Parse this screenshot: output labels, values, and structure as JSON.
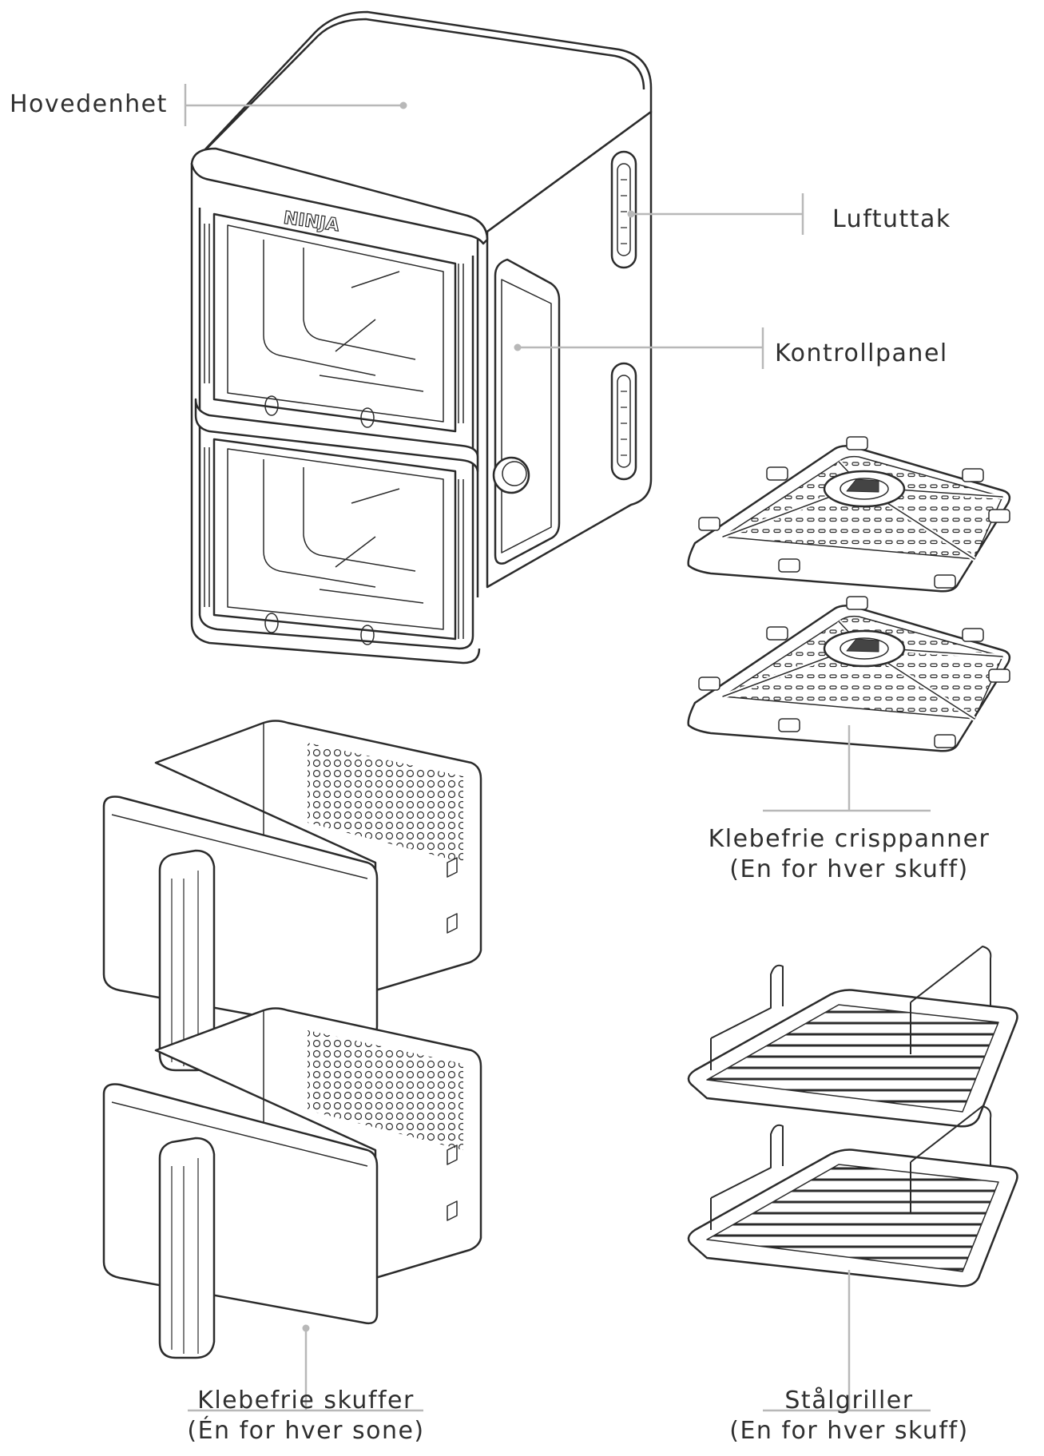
{
  "labels": {
    "main_unit": "Hovedenhet",
    "air_outlet": "Luftuttak",
    "control_panel": "Kontrollpanel",
    "crisper_plates": {
      "line1": "Klebefrie crisppanner",
      "line2": "(En for hver skuff)"
    },
    "drawers": {
      "line1": "Klebefrie skuffer",
      "line2": "(Én for hver sone)"
    },
    "racks": {
      "line1": "Stålgriller",
      "line2": "(En for hver skuff)"
    }
  },
  "brand_logo": "NINJA",
  "colors": {
    "line_art": "#2b2b2b",
    "leader_line": "#b8b8b8",
    "background": "#ffffff"
  }
}
